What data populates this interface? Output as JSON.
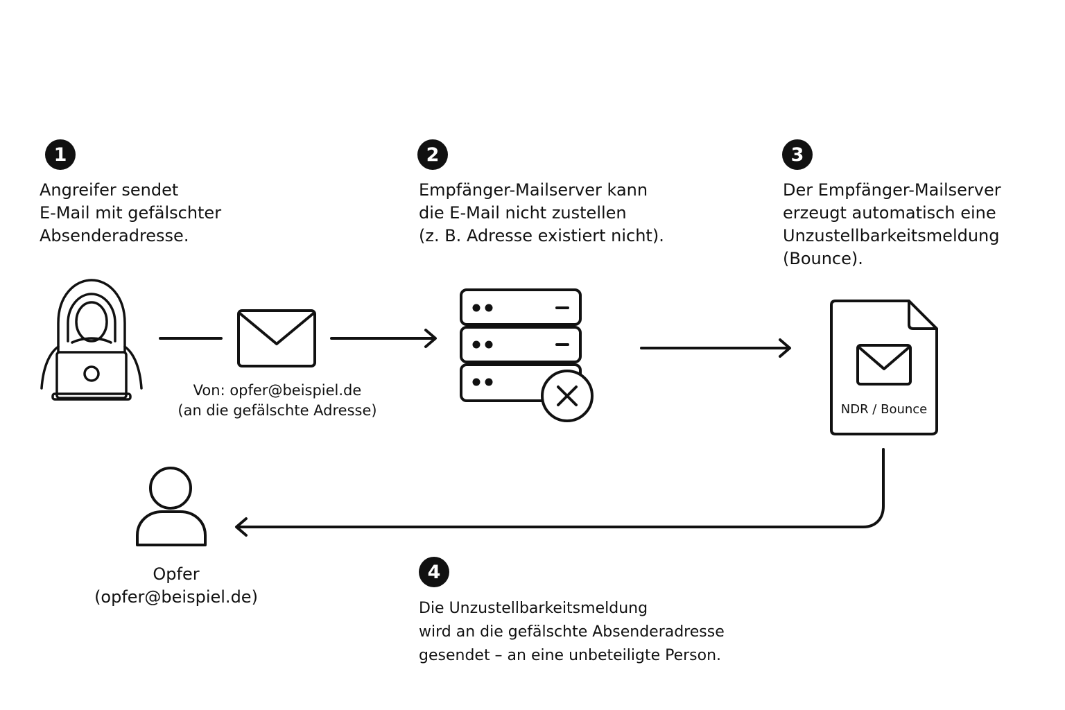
{
  "steps": [
    {
      "number": "1",
      "lines": [
        "Angreifer sendet",
        "E-Mail mit gefälschter",
        "Absenderadresse."
      ]
    },
    {
      "number": "2",
      "lines": [
        "Empfänger-Mailserver kann",
        "die E-Mail nicht zustellen",
        "(z. B. Adresse existiert nicht)."
      ]
    },
    {
      "number": "3",
      "lines": [
        "Der Empfänger-Mailserver",
        "erzeugt automatisch eine",
        "Unzustellbarkeitsmeldung",
        "(Bounce)."
      ]
    },
    {
      "number": "4",
      "lines": [
        "Die Unzustellbarkeitsmeldung",
        "wird an die gefälschte Absenderadresse",
        "gesendet – an eine unbeteiligte Person."
      ]
    }
  ],
  "email_caption": [
    "Von: opfer@beispiel.de",
    "(an die gefälschte Adresse)"
  ],
  "ndr_label": "NDR / Bounce",
  "victim": [
    "Opfer",
    "(opfer@beispiel.de)"
  ],
  "icons": {
    "attacker": "hooded-attacker-icon",
    "envelope": "envelope-icon",
    "server": "server-icon",
    "error": "x-circle-icon",
    "document": "bounce-document-icon",
    "person": "person-icon"
  },
  "colors": {
    "ink": "#111111",
    "background": "#ffffff"
  }
}
